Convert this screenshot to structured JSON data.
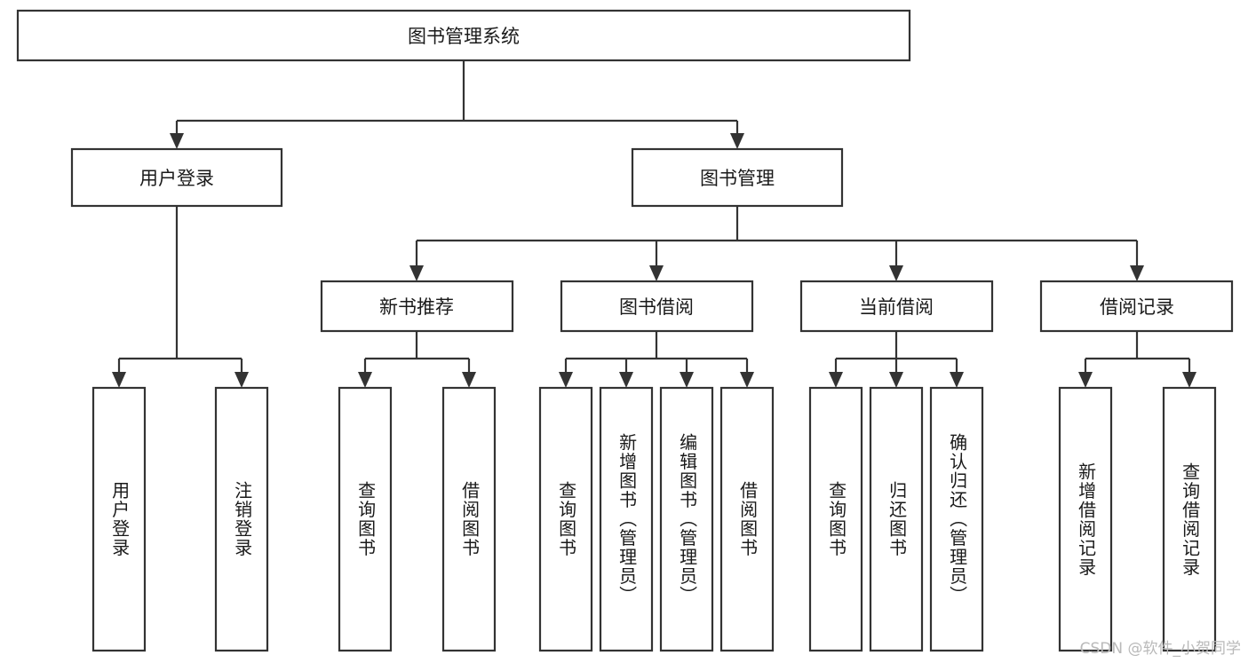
{
  "diagram": {
    "kind": "tree-hierarchy-chart",
    "title": "图书管理系统",
    "line_color": "#333333",
    "box_fill": "#ffffff",
    "text_color": "#1a1a1a",
    "watermark": "CSDN @软件_小贺同学",
    "levels": {
      "root": {
        "label": "图书管理系统"
      },
      "level2": [
        {
          "label": "用户登录"
        },
        {
          "label": "图书管理"
        }
      ],
      "level3": [
        {
          "label": "新书推荐"
        },
        {
          "label": "图书借阅"
        },
        {
          "label": "当前借阅"
        },
        {
          "label": "借阅记录"
        }
      ],
      "leaves": {
        "user_login": [
          {
            "label": "用户登录"
          },
          {
            "label": "注销登录"
          }
        ],
        "new_book_recommend": [
          {
            "label": "查询图书"
          },
          {
            "label": "借阅图书"
          }
        ],
        "book_borrow": [
          {
            "label": "查询图书"
          },
          {
            "label": "新增图书（管理员）"
          },
          {
            "label": "编辑图书（管理员）"
          },
          {
            "label": "借阅图书"
          }
        ],
        "current_borrow": [
          {
            "label": "查询图书"
          },
          {
            "label": "归还图书"
          },
          {
            "label": "确认归还（管理员）"
          }
        ],
        "borrow_record": [
          {
            "label": "新增借阅记录"
          },
          {
            "label": "查询借阅记录"
          }
        ]
      }
    }
  }
}
